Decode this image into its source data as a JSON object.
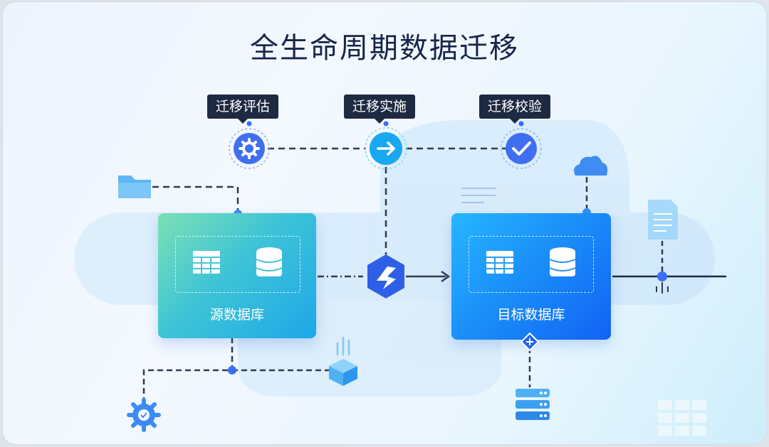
{
  "diagram": {
    "title": "全生命周期数据迁移",
    "stages": [
      {
        "label": "迁移评估"
      },
      {
        "label": "迁移实施"
      },
      {
        "label": "迁移校验"
      }
    ],
    "source_db": {
      "label": "源数据库"
    },
    "target_db": {
      "label": "目标数据库"
    }
  },
  "icons": [
    "gear-icon",
    "arrow-right-icon",
    "check-icon",
    "folder-icon",
    "cloud-icon",
    "document-icon",
    "table-icon",
    "database-icon",
    "logo-icon",
    "cube-icon",
    "server-stack-icon",
    "settings-gear-icon"
  ],
  "colors": {
    "title": "#16244a",
    "label_bg": "#1e2942",
    "source_gradient": [
      "#7de0b4",
      "#1ea7e9"
    ],
    "target_gradient": [
      "#26b6ff",
      "#1262f5"
    ],
    "accent": "#3b6ef5"
  }
}
